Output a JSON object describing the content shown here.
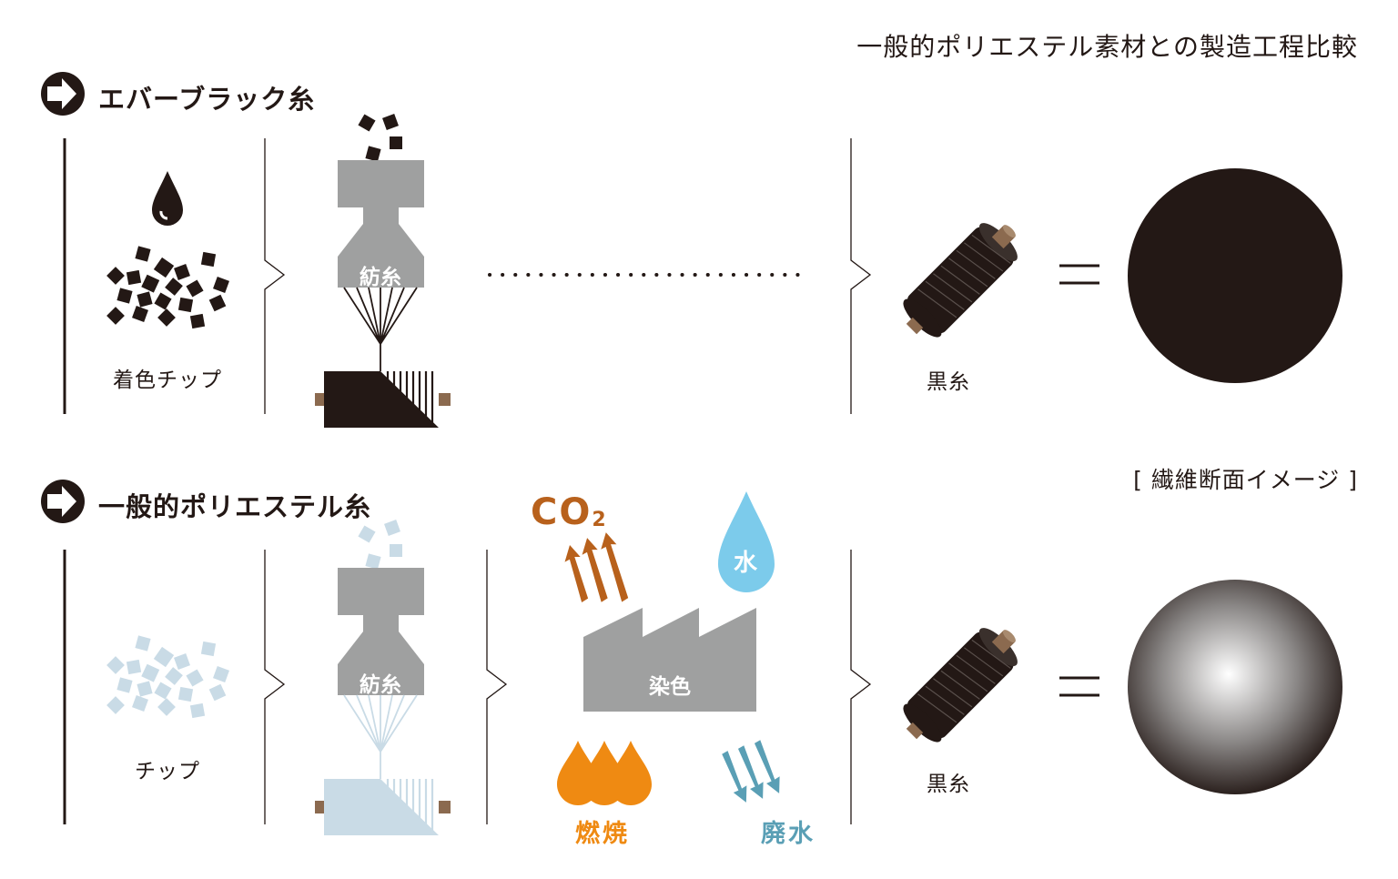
{
  "title": "一般的ポリエステル素材との製造工程比較",
  "cross_section_note": "[ 繊維断面イメージ ]",
  "colors": {
    "ink": "#231815",
    "machine_gray": "#9fa0a0",
    "light_chip": "#c9dbe6",
    "co2": "#b8611c",
    "water": "#7ccbeb",
    "flame": "#ef8a12",
    "waste_water": "#5a9fb5",
    "bobbin_core": "#8b6a4f"
  },
  "rows": [
    {
      "id": "everblack",
      "title": "エバーブラック糸",
      "chip_label": "着色チップ",
      "spinning_label": "紡糸",
      "result_label": "黒糸",
      "cross_section": "solid-black"
    },
    {
      "id": "general",
      "title": "一般的ポリエステル糸",
      "chip_label": "チップ",
      "spinning_label": "紡糸",
      "dyeing_label": "染色",
      "co2_label": "CO",
      "co2_sub": "2",
      "water_label": "水",
      "burning_label": "燃焼",
      "waste_water_label": "廃水",
      "result_label": "黒糸",
      "cross_section": "radial-gradient"
    }
  ],
  "icons": [
    "arrow-circle-icon",
    "ink-drop-icon",
    "water-drop-icon",
    "flame-icon",
    "factory-icon",
    "thread-spool-icon",
    "spinning-machine-icon",
    "co2-arrow-icon",
    "waste-water-arrow-icon"
  ]
}
